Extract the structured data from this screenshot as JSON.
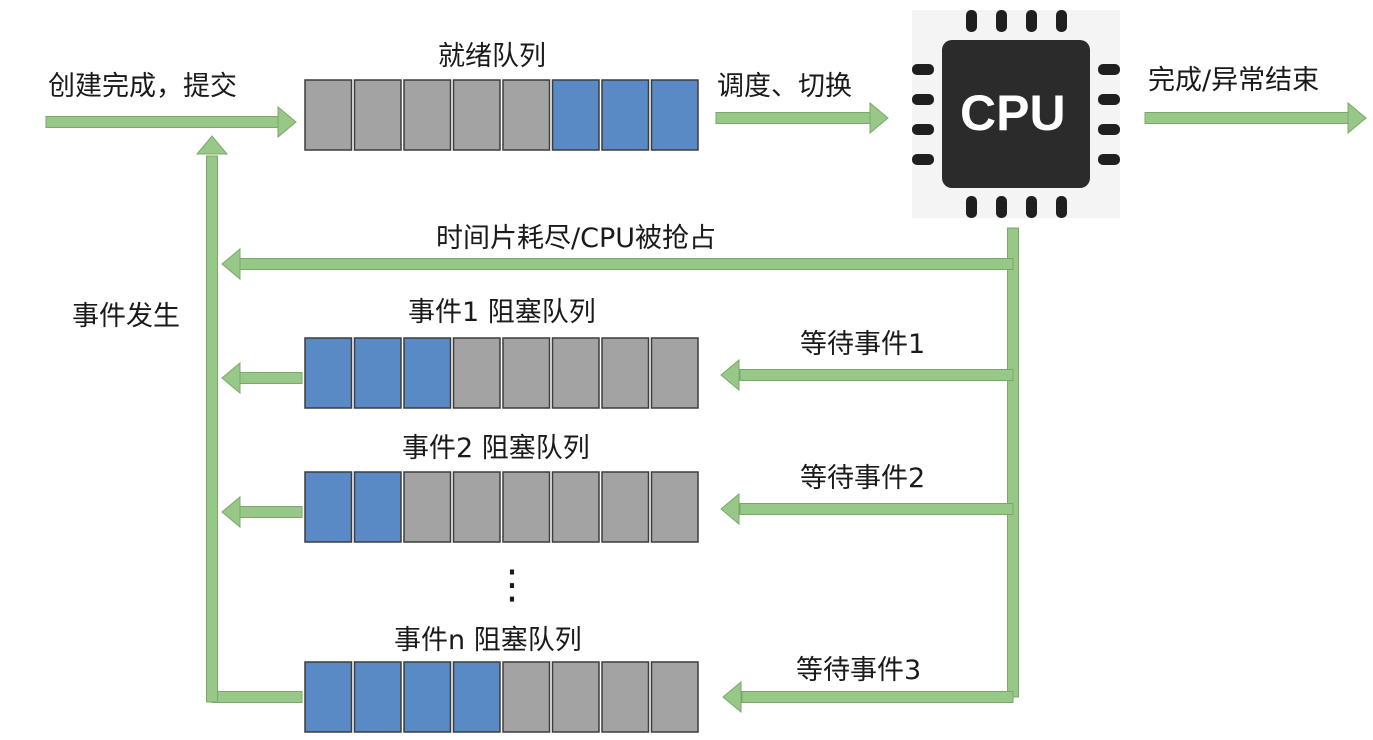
{
  "labels": {
    "create_submit": "创建完成，提交",
    "ready_queue": "就绪队列",
    "schedule_switch": "调度、切换",
    "cpu": "CPU",
    "finish": "完成/异常结束",
    "timeslice": "时间片耗尽/CPU被抢占",
    "event_occurs": "事件发生",
    "wait_event_1": "等待事件1",
    "wait_event_2": "等待事件2",
    "wait_event_3": "等待事件3",
    "ellipsis": "⋮"
  },
  "queues": [
    {
      "id": "ready",
      "title": "就绪队列",
      "cells": [
        "gray",
        "gray",
        "gray",
        "gray",
        "gray",
        "blue",
        "blue",
        "blue"
      ]
    },
    {
      "id": "block1",
      "title": "事件1 阻塞队列",
      "cells": [
        "blue",
        "blue",
        "blue",
        "gray",
        "gray",
        "gray",
        "gray",
        "gray"
      ]
    },
    {
      "id": "block2",
      "title": "事件2 阻塞队列",
      "cells": [
        "blue",
        "blue",
        "gray",
        "gray",
        "gray",
        "gray",
        "gray",
        "gray"
      ]
    },
    {
      "id": "blockn",
      "title": "事件n 阻塞队列",
      "cells": [
        "blue",
        "blue",
        "blue",
        "blue",
        "gray",
        "gray",
        "gray",
        "gray"
      ]
    }
  ],
  "colors": {
    "arrow_green": "#98c888",
    "arrow_border": "#7aa86a",
    "cell_gray": "#a3a3a3",
    "cell_blue": "#5a8ac6",
    "cell_border": "#3d3d3d",
    "cpu_body": "#2b2b2b",
    "cpu_pins": "#1f1f1f"
  }
}
